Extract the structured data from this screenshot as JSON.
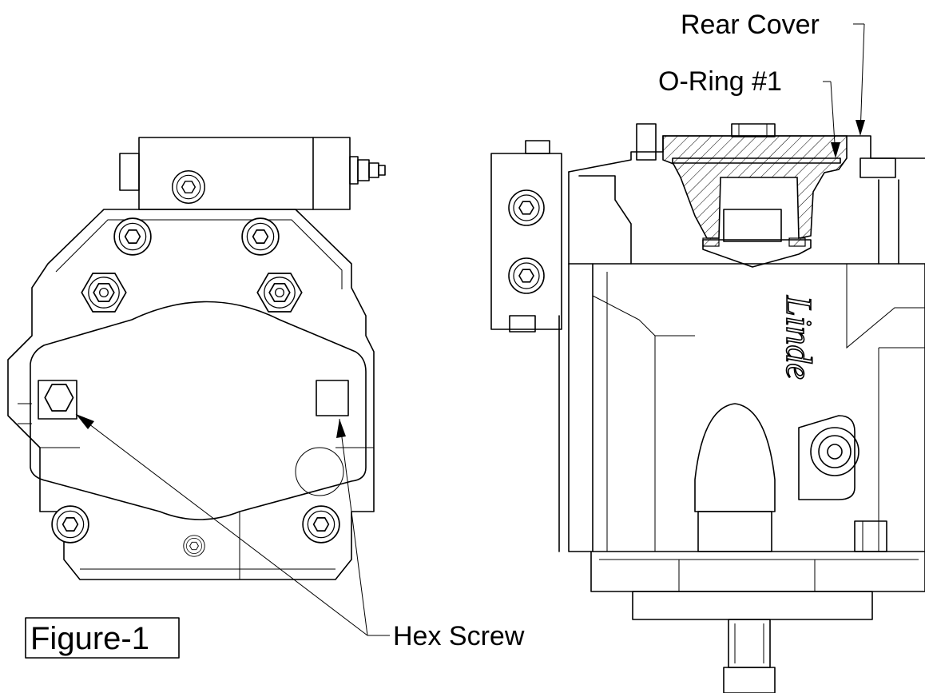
{
  "labels": {
    "rear_cover": "Rear Cover",
    "o_ring": "O-Ring #1",
    "hex_screw": "Hex Screw",
    "figure": "Figure-1"
  },
  "logo": "Linde"
}
